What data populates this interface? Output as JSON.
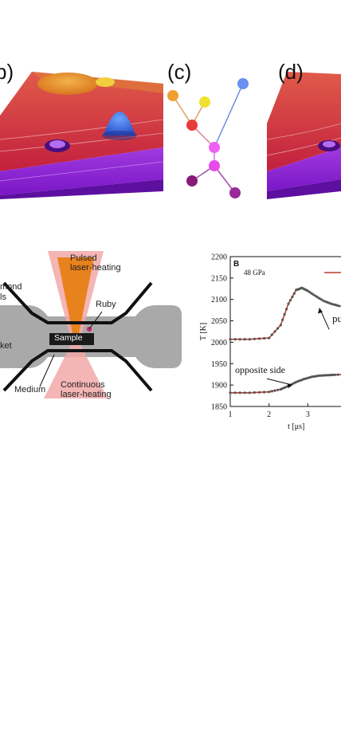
{
  "panels": {
    "b": {
      "label": "b)"
    },
    "c": {
      "label": "(c)"
    },
    "d": {
      "label": "(d)"
    }
  },
  "dac": {
    "pulsed": [
      "Pulsed",
      "laser-heating"
    ],
    "diamond": [
      "mond",
      "ls"
    ],
    "ruby": "Ruby",
    "gasket": "ket",
    "sample": "Sample",
    "medium": "Medium",
    "continuous": [
      "Continuous",
      "laser-heating"
    ]
  },
  "chart_data": {
    "type": "line",
    "panel_label": "B",
    "pressure_label": "48 GPa",
    "xlabel": "t [μs]",
    "ylabel": "T [K]",
    "xlim": [
      1,
      4
    ],
    "ylim": [
      1850,
      2200
    ],
    "x_ticks": [
      "1",
      "2",
      "3"
    ],
    "y_ticks": [
      "1850",
      "1900",
      "1950",
      "2000",
      "2050",
      "2100",
      "2150",
      "2200"
    ],
    "annotations": [
      "opposite side",
      "pu"
    ],
    "series": [
      {
        "name": "",
        "x": [
          1.0,
          1.5,
          2.0,
          2.3,
          2.5,
          2.7,
          2.85,
          3.0,
          3.2,
          3.4,
          3.6,
          3.8,
          4.0
        ],
        "y": [
          2007,
          2007,
          2010,
          2040,
          2090,
          2122,
          2127,
          2120,
          2108,
          2097,
          2090,
          2085,
          2082
        ]
      },
      {
        "name": "",
        "x": [
          1.0,
          1.5,
          2.0,
          2.3,
          2.5,
          2.7,
          2.9,
          3.1,
          3.3,
          3.5,
          3.7,
          4.0
        ],
        "y": [
          1882,
          1882,
          1884,
          1890,
          1898,
          1907,
          1914,
          1919,
          1922,
          1923,
          1924,
          1925
        ]
      }
    ],
    "colors": {
      "line": "#c0392b",
      "marker": "#555555"
    }
  },
  "colors": {
    "red": "#c8283c",
    "purple": "#8a1fd1",
    "orange": "#e8821c",
    "blue": "#3d6ee0"
  }
}
